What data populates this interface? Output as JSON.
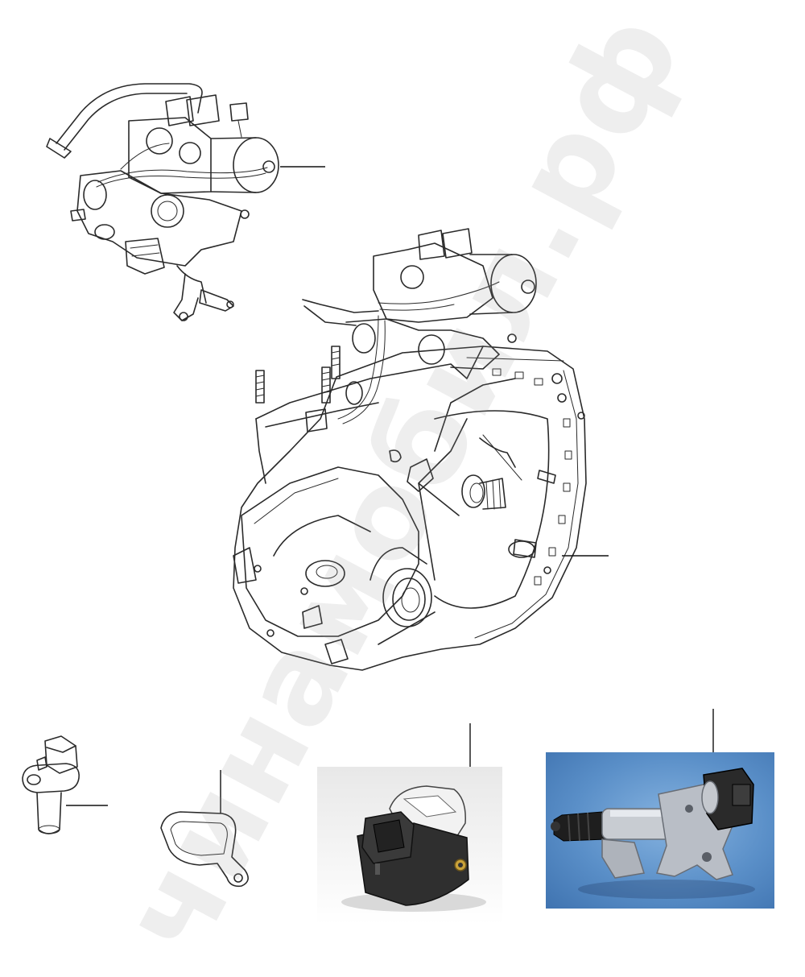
{
  "watermark": {
    "text": "чинамобил.рф"
  },
  "colors": {
    "line": "#2a2a2a",
    "photo_bg_blue": "#5a8fc8",
    "photo_bg_white": "#f4f4f4"
  },
  "parts": [
    {
      "name": "gear-selector-actuator",
      "kind": "line-drawing"
    },
    {
      "name": "gearbox-assembly",
      "kind": "line-drawing"
    },
    {
      "name": "speed-sensor",
      "kind": "line-drawing"
    },
    {
      "name": "housing-gasket",
      "kind": "line-drawing"
    },
    {
      "name": "position-sensor",
      "kind": "photo"
    },
    {
      "name": "clutch-actuator",
      "kind": "photo"
    }
  ]
}
